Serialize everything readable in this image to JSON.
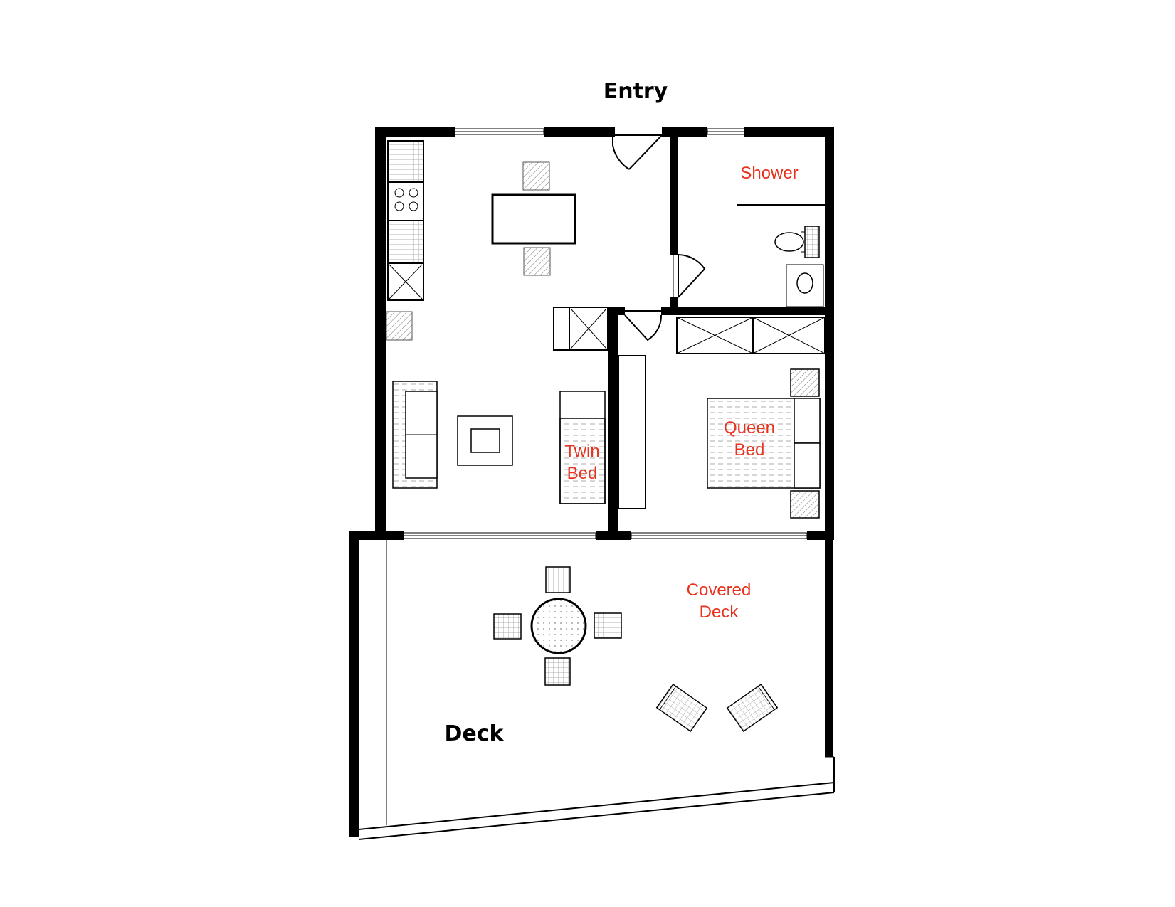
{
  "colors": {
    "wall": "#000000",
    "room_label": "#e8321e",
    "background": "#ffffff"
  },
  "labels": {
    "entry": "Entry",
    "shower": "Shower",
    "twin_bed": [
      "Twin",
      "Bed"
    ],
    "queen_bed": [
      "Queen",
      "Bed"
    ],
    "covered_deck": [
      "Covered",
      "Deck"
    ],
    "deck": "Deck"
  }
}
